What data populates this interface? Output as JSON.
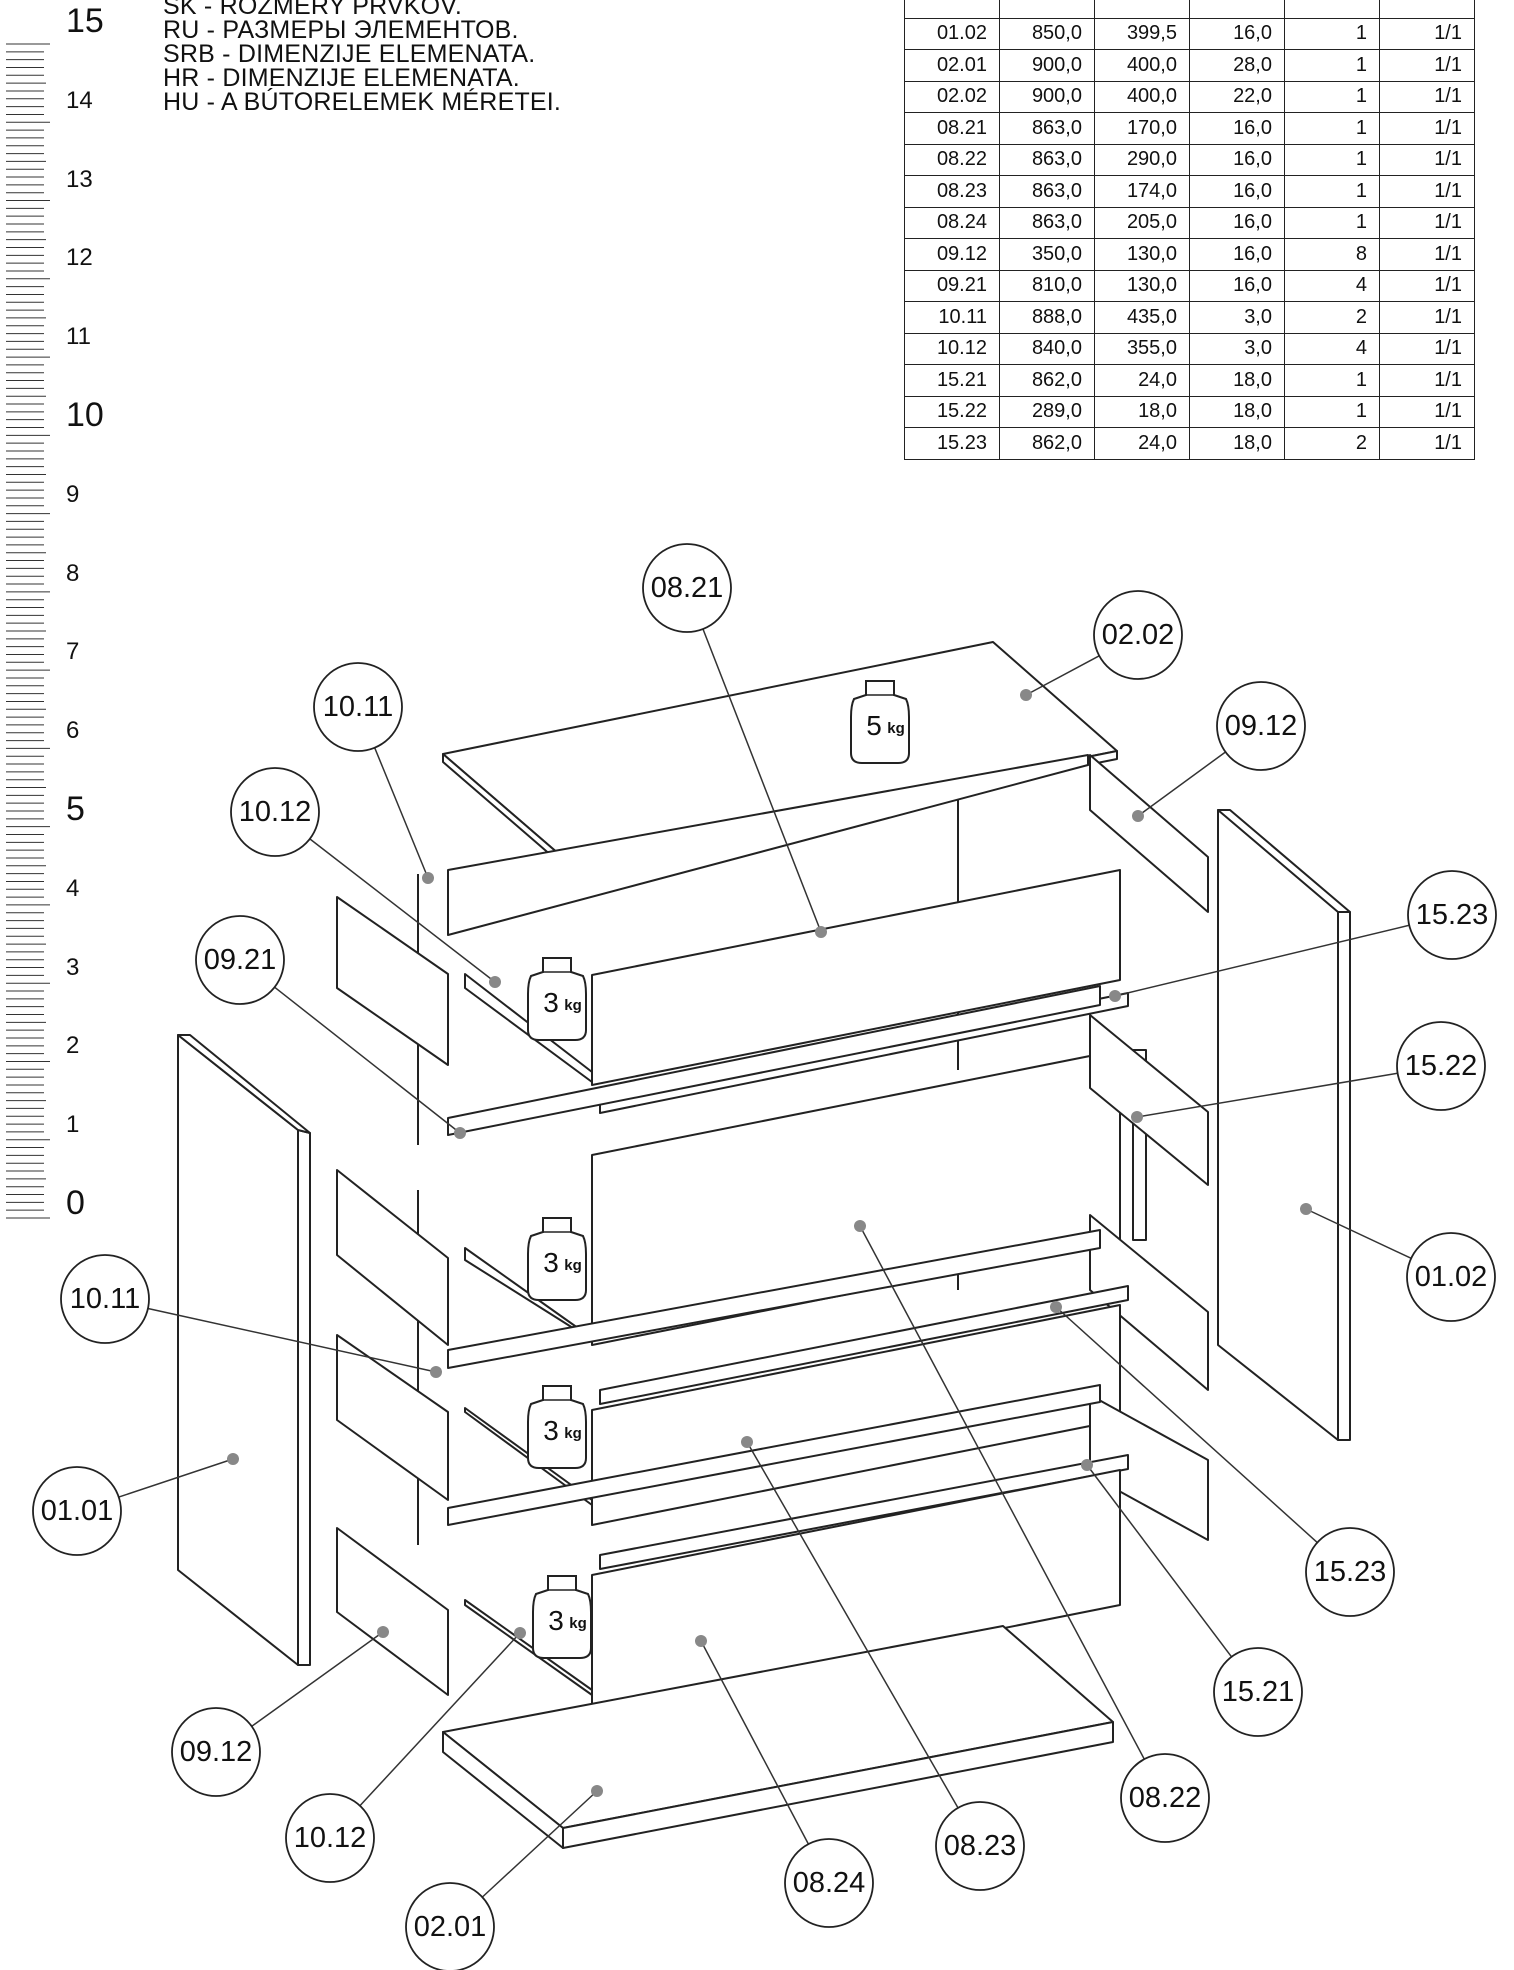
{
  "ruler": {
    "labels": [
      "15",
      "14",
      "13",
      "12",
      "11",
      "10",
      "9",
      "8",
      "7",
      "6",
      "5",
      "4",
      "3",
      "2",
      "1",
      "0"
    ]
  },
  "languages": [
    "SK - ROZMERY PRVKOV.",
    "RU - РАЗМЕРЫ ЭЛЕМЕНТОВ.",
    "SRB - DIMENZIJE ELEMENATA.",
    "HR - DIMENZIJE ELEMENATA.",
    "HU - A BÚTORELEMEK MÉRETEI."
  ],
  "parts_table": {
    "rows": [
      [
        "",
        "",
        "",
        "",
        "",
        ""
      ],
      [
        "01.02",
        "850,0",
        "399,5",
        "16,0",
        "1",
        "1/1"
      ],
      [
        "02.01",
        "900,0",
        "400,0",
        "28,0",
        "1",
        "1/1"
      ],
      [
        "02.02",
        "900,0",
        "400,0",
        "22,0",
        "1",
        "1/1"
      ],
      [
        "08.21",
        "863,0",
        "170,0",
        "16,0",
        "1",
        "1/1"
      ],
      [
        "08.22",
        "863,0",
        "290,0",
        "16,0",
        "1",
        "1/1"
      ],
      [
        "08.23",
        "863,0",
        "174,0",
        "16,0",
        "1",
        "1/1"
      ],
      [
        "08.24",
        "863,0",
        "205,0",
        "16,0",
        "1",
        "1/1"
      ],
      [
        "09.12",
        "350,0",
        "130,0",
        "16,0",
        "8",
        "1/1"
      ],
      [
        "09.21",
        "810,0",
        "130,0",
        "16,0",
        "4",
        "1/1"
      ],
      [
        "10.11",
        "888,0",
        "435,0",
        "3,0",
        "2",
        "1/1"
      ],
      [
        "10.12",
        "840,0",
        "355,0",
        "3,0",
        "4",
        "1/1"
      ],
      [
        "15.21",
        "862,0",
        "24,0",
        "18,0",
        "1",
        "1/1"
      ],
      [
        "15.22",
        "289,0",
        "18,0",
        "18,0",
        "1",
        "1/1"
      ],
      [
        "15.23",
        "862,0",
        "24,0",
        "18,0",
        "2",
        "1/1"
      ]
    ]
  },
  "weights": [
    {
      "value": "5",
      "unit": "kg"
    },
    {
      "value": "3",
      "unit": "kg"
    },
    {
      "value": "3",
      "unit": "kg"
    },
    {
      "value": "3",
      "unit": "kg"
    },
    {
      "value": "3",
      "unit": "kg"
    }
  ],
  "callouts": [
    {
      "label": "08.21"
    },
    {
      "label": "02.02"
    },
    {
      "label": "10.11"
    },
    {
      "label": "09.12"
    },
    {
      "label": "10.12"
    },
    {
      "label": "15.23"
    },
    {
      "label": "09.21"
    },
    {
      "label": "15.22"
    },
    {
      "label": "01.02"
    },
    {
      "label": "10.11"
    },
    {
      "label": "01.01"
    },
    {
      "label": "15.23"
    },
    {
      "label": "15.21"
    },
    {
      "label": "09.12"
    },
    {
      "label": "08.22"
    },
    {
      "label": "10.12"
    },
    {
      "label": "08.23"
    },
    {
      "label": "08.24"
    },
    {
      "label": "02.01"
    }
  ]
}
